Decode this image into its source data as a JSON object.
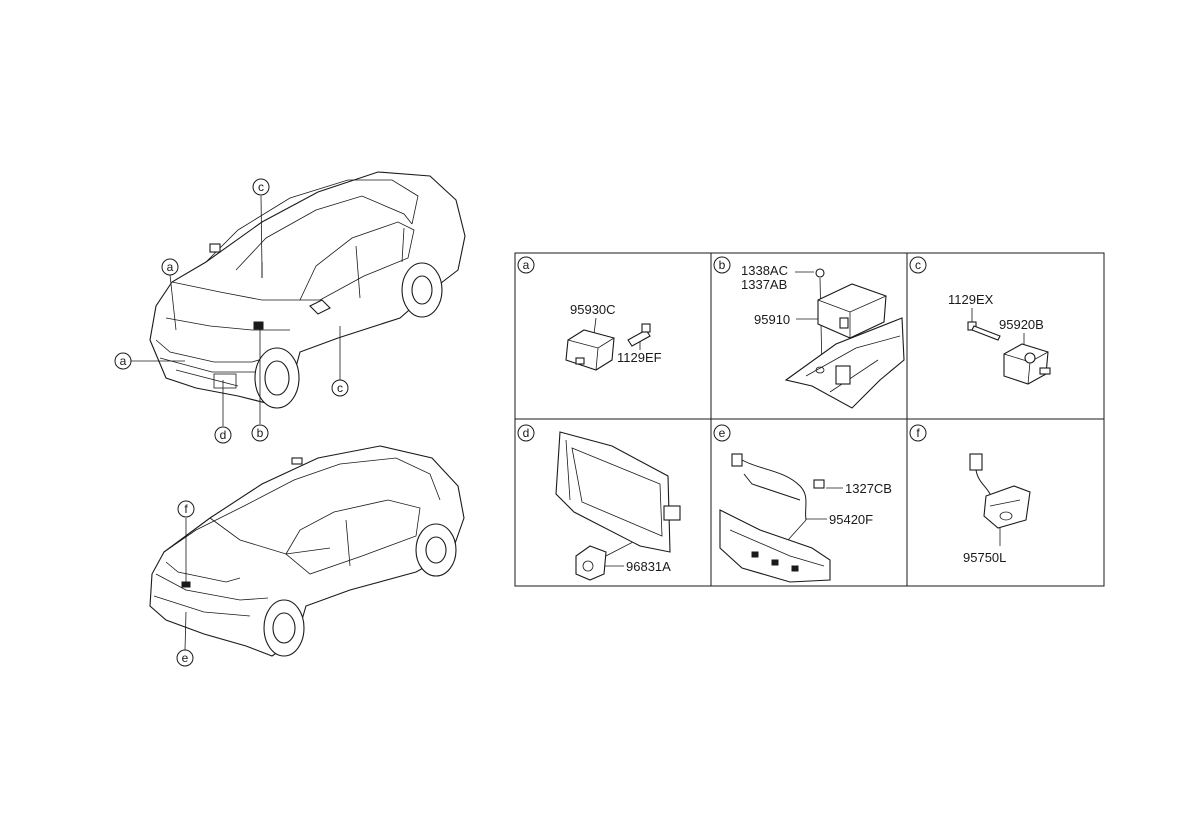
{
  "callouts_front": [
    "a",
    "a",
    "c",
    "c",
    "d",
    "b"
  ],
  "callouts_rear": [
    "f",
    "e"
  ],
  "panels": [
    {
      "letter": "a",
      "parts": [
        "95930C",
        "1129EF"
      ]
    },
    {
      "letter": "b",
      "parts": [
        "1338AC",
        "1337AB",
        "95910"
      ]
    },
    {
      "letter": "c",
      "parts": [
        "1129EX",
        "95920B"
      ]
    },
    {
      "letter": "d",
      "parts": [
        "96831A"
      ]
    },
    {
      "letter": "e",
      "parts": [
        "1327CB",
        "95420F"
      ]
    },
    {
      "letter": "f",
      "parts": [
        "95750L"
      ]
    }
  ]
}
